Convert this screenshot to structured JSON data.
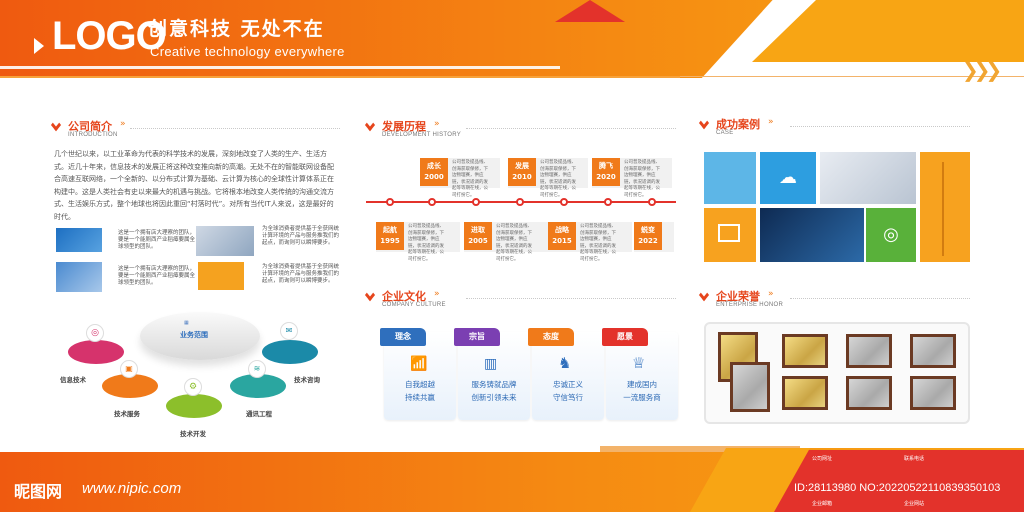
{
  "header": {
    "logo": "LOGO",
    "slogan_cn": "创意科技 无处不在",
    "slogan_en": "Creative technology everywhere"
  },
  "intro": {
    "title": "公司简介",
    "subtitle": "INTRODUCTION",
    "paragraph": "几个世纪以来，以工业革命为代表的科学技术的发展，深刻地改变了人类的生产、生活方式。近几十年来，信息技术的发展正将这种改变推向新的高潮。无处不在的智能联网设备配合高速互联网络，一个全新的、以分布式计算为基础、云计算为核心的全球性计算体系正在构建中。这是人类社会有史以来最大的机遇与挑战。它将根本地改变人类传统的沟通交流方式、生活娱乐方式，整个地球也将因此重回“村落时代”。对所有当代IT人来说，这是最好的时代。",
    "note_a": "这是一个拥有店大理察的团队，要是一个能厕西产业稻瘴要属全球领型的团队。",
    "note_b": "为全球消费者提供基于全获网统计算环境的产品与服务推我们的起点，而询则可以瞬博要步。",
    "note_c": "这是一个拥有店大理察的团队，要是一个能厕西产业稻瘴要属全球领型的团队。",
    "note_d": "为全球消费者提供基于全获网统计算环境的产品与服务推我们的起点，而询则可以瞬博要步。"
  },
  "scope": {
    "center": "业务范围",
    "items": [
      "信息技术",
      "技术服务",
      "技术开发",
      "通讯工程",
      "技术咨询"
    ],
    "colors": [
      "#d6336c",
      "#f07a1a",
      "#8cbf2b",
      "#2aa6a0",
      "#1b8aa8"
    ]
  },
  "history": {
    "title": "发展历程",
    "subtitle": "DEVELOPMENT HISTORY",
    "top": [
      {
        "label": "成长",
        "year": "2000"
      },
      {
        "label": "发展",
        "year": "2010"
      },
      {
        "label": "腾飞",
        "year": "2020"
      }
    ],
    "bottom": [
      {
        "label": "起航",
        "year": "1995"
      },
      {
        "label": "进取",
        "year": "2005"
      },
      {
        "label": "战略",
        "year": "2015"
      },
      {
        "label": "蜕变",
        "year": "2022"
      }
    ],
    "blurb": "公司普及提品线、创海获取保修，下边物理赛，供应链，状况适调的发起等等期在线，公司打扮它。"
  },
  "culture": {
    "title": "企业文化",
    "subtitle": "COMPANY CULTURE",
    "cards": [
      {
        "tag": "理念",
        "line1": "自我超越",
        "line2": "持续共赢",
        "color": "#2f6fbd",
        "icon": "chart-up-icon"
      },
      {
        "tag": "宗旨",
        "line1": "服务铸就品牌",
        "line2": "创新引领未来",
        "color": "#7b3fb2",
        "icon": "bars-icon"
      },
      {
        "tag": "态度",
        "line1": "忠诚正义",
        "line2": "守信笃行",
        "color": "#f07a1a",
        "icon": "chess-icon"
      },
      {
        "tag": "愿景",
        "line1": "建成国内",
        "line2": "一流服务商",
        "color": "#e3322b",
        "icon": "trophy-icon"
      }
    ]
  },
  "cases": {
    "title": "成功案例",
    "subtitle": "CASE"
  },
  "honor": {
    "title": "企业荣誉",
    "subtitle": "ENTERPRISE HONOR"
  },
  "footer": {
    "watermark_cn": "昵图网",
    "watermark_url": "www.nipic.com",
    "id_text": "ID:28113980 NO:20220522110839350103",
    "contact_a": "公司网址",
    "contact_b": "联系电话",
    "contact_c": "企业邮箱",
    "contact_d": "企业网站"
  }
}
